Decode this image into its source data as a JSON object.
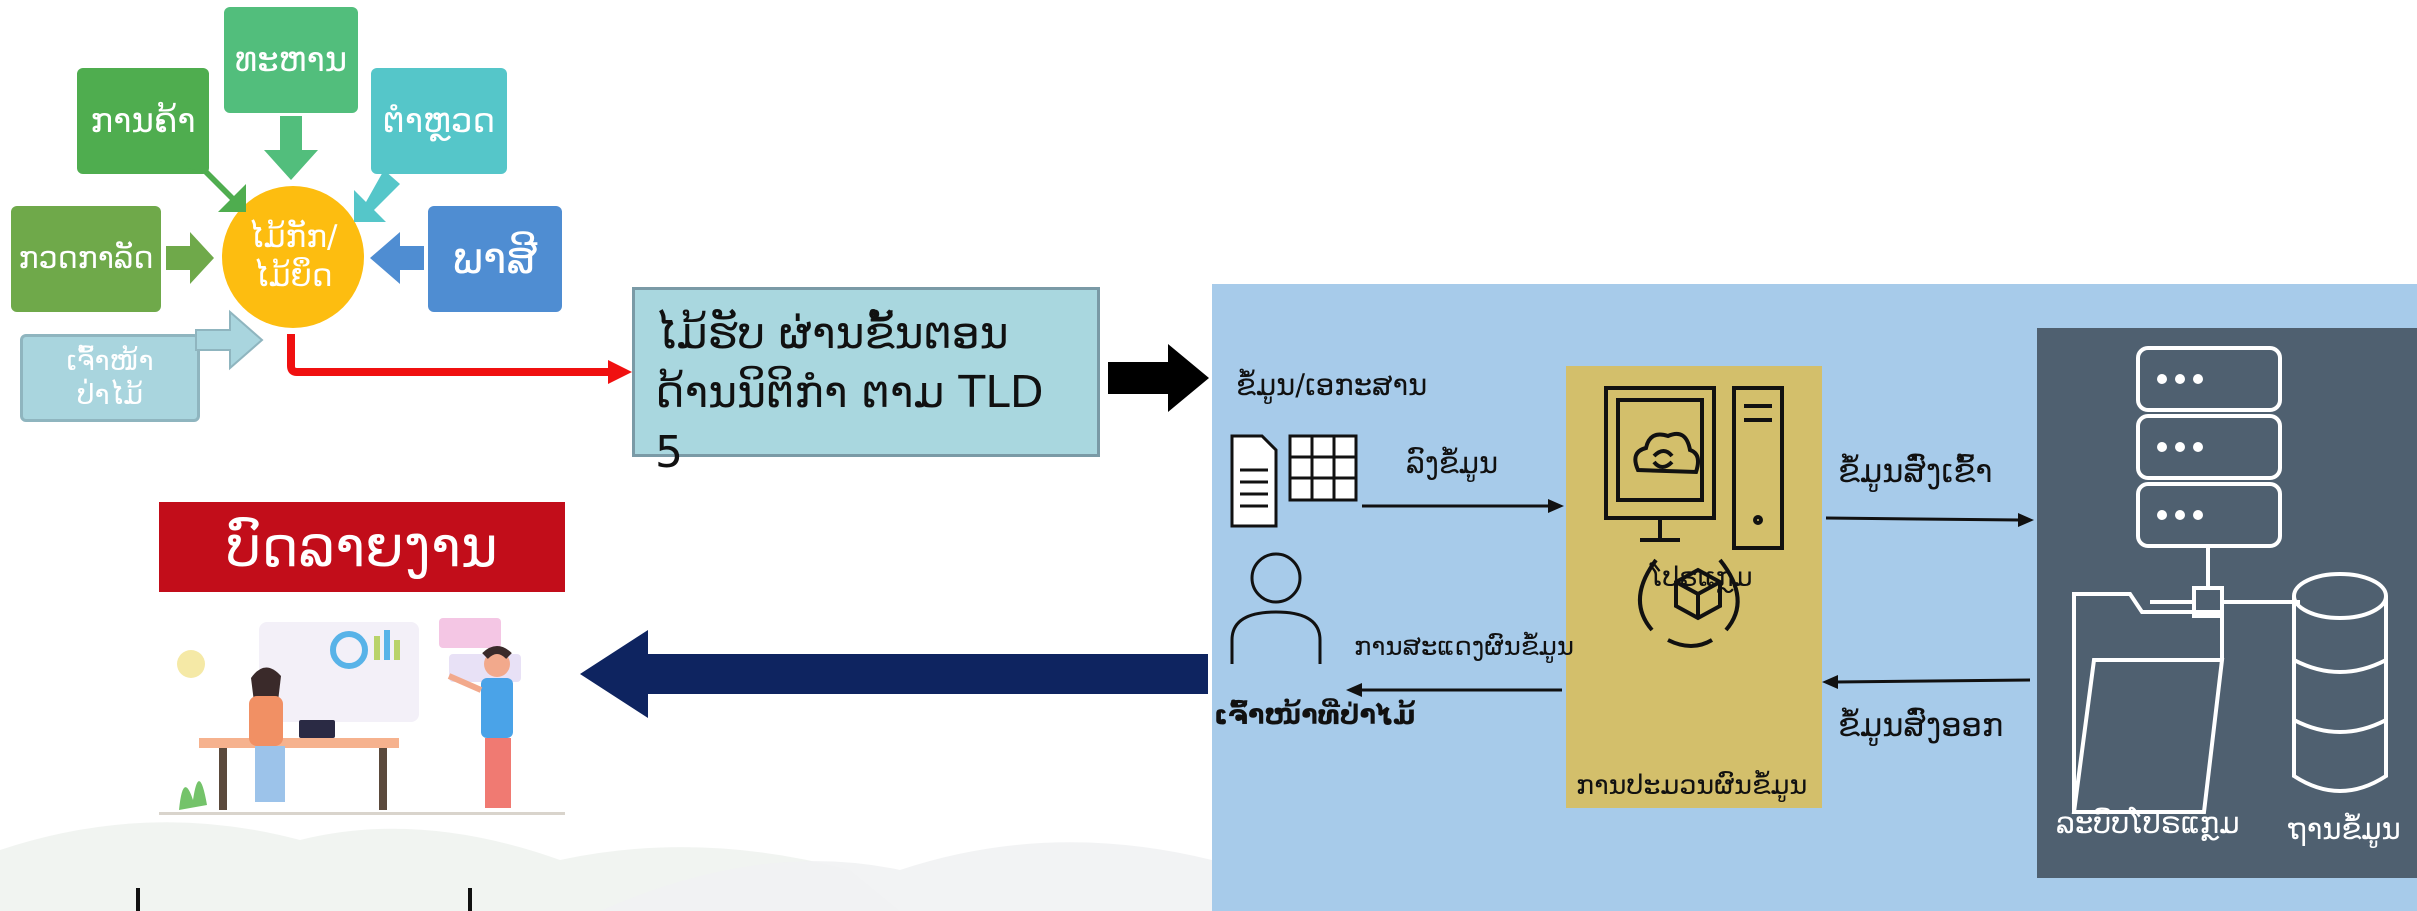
{
  "sources": {
    "trade": "ການຄ້າ",
    "military": "ທະຫານ",
    "police": "ຕຳຫຼວດ",
    "transport": "ກວດກາລັດ",
    "tax": "ພາສີ",
    "forestry_officer": "ເຈົ້າໜ້າ\nປ່າໄມ້"
  },
  "hub_label": "ໄມ້ກັກ/\nໄມ້ຍຶດ",
  "process_box": "ໄມ້ຮັບ ຜ່ານຂັ້ນຕອນ\nດ້ານນິຕິກຳ ຕາມ TLD 5",
  "report_title": "ບົດລາຍງານ",
  "system": {
    "documents_label": "ຂໍ້ມູນ/ເອກະສານ",
    "input_arrow_label": "ລົງຂໍ້ມູນ",
    "display_arrow_label": "ການສະແດງຜົນຂໍ້ມູນ",
    "officer_label": "ເຈົ້າໜ້າທີ່ປ່າໄມ້",
    "program_label": "ໂປຣແກຼມ",
    "processing_label": "ການປະມວນຜົນຂໍ້ມູນ",
    "data_in_label": "ຂໍ້ມູນສົ່ງເຂົ້າ",
    "data_out_label": "ຂໍ້ມູນສົ່ງອອກ",
    "program_system_label": "ລະບົບໂປຣແກຼມ",
    "database_label": "ຖານຂໍ້ມູນ"
  },
  "colors": {
    "trade": "#4fad4f",
    "military": "#52be7c",
    "police": "#55c6c9",
    "transport": "#6fa94a",
    "tax": "#4f8dd2",
    "officer": "#a9d5de",
    "hub": "#fdbd10",
    "report": "#c20d1a",
    "panel": "#a7cbea",
    "processing": "#d3bf6b",
    "server": "#4f6070",
    "return_arrow": "#0e2460"
  }
}
